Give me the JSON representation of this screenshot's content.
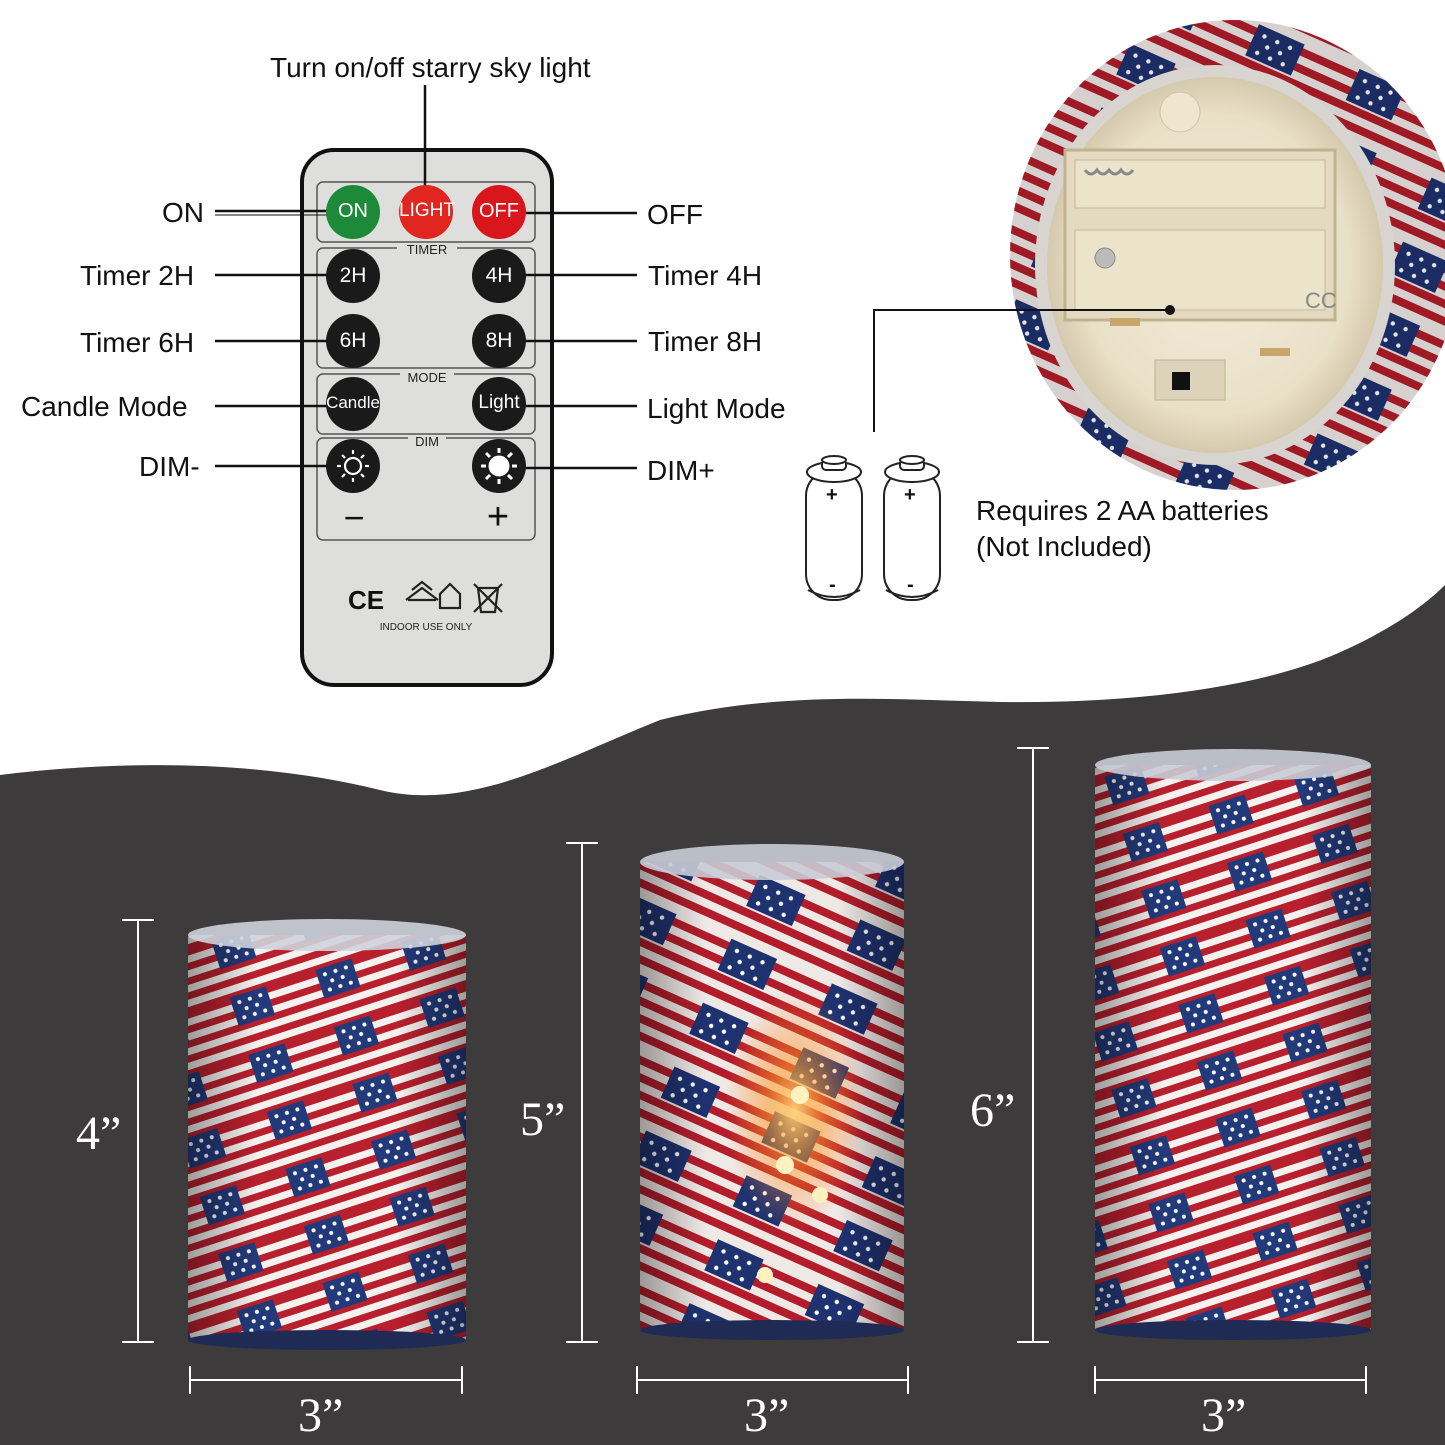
{
  "colors": {
    "background_top": "#ffffff",
    "background_bottom": "#3d3b3c",
    "remote_body": "#dedfdd",
    "on_button": "#1d8a3a",
    "light_button": "#e0261e",
    "off_button": "#d8161c",
    "black_button": "#1a1a1a",
    "flag_red": "#b9202e",
    "flag_blue": "#233a7a"
  },
  "header_label": "Turn on/off starry sky light",
  "remote": {
    "buttons": {
      "on": "ON",
      "light": "LIGHT",
      "off": "OFF",
      "timer_2h": "2H",
      "timer_4h": "4H",
      "timer_6h": "6H",
      "timer_8h": "8H",
      "candle": "Candle",
      "light_mode": "Light",
      "dim_minus_icon": "sun-icon",
      "dim_plus_icon": "sun-icon"
    },
    "sections": {
      "timer": "TIMER",
      "mode": "MODE",
      "dim": "DIM"
    },
    "minus": "−",
    "plus": "+",
    "cert_icons": [
      "ce-mark-icon",
      "recycle-icon",
      "home-icon",
      "crossed-bin-icon"
    ],
    "cert_text": "CE",
    "indoor_text": "INDOOR USE ONLY"
  },
  "callouts": {
    "on": "ON",
    "off": "OFF",
    "timer_2h": "Timer 2H",
    "timer_4h": "Timer 4H",
    "timer_6h": "Timer 6H",
    "timer_8h": "Timer 8H",
    "candle_mode": "Candle Mode",
    "light_mode": "Light Mode",
    "dim_minus": "DIM-",
    "dim_plus": "DIM+"
  },
  "battery": {
    "line1": "Requires 2 AA batteries",
    "line2": "(Not Included)",
    "plus": "+",
    "minus": "-"
  },
  "candles": [
    {
      "height": "4”",
      "width": "3”"
    },
    {
      "height": "5”",
      "width": "3”"
    },
    {
      "height": "6”",
      "width": "3”"
    }
  ]
}
